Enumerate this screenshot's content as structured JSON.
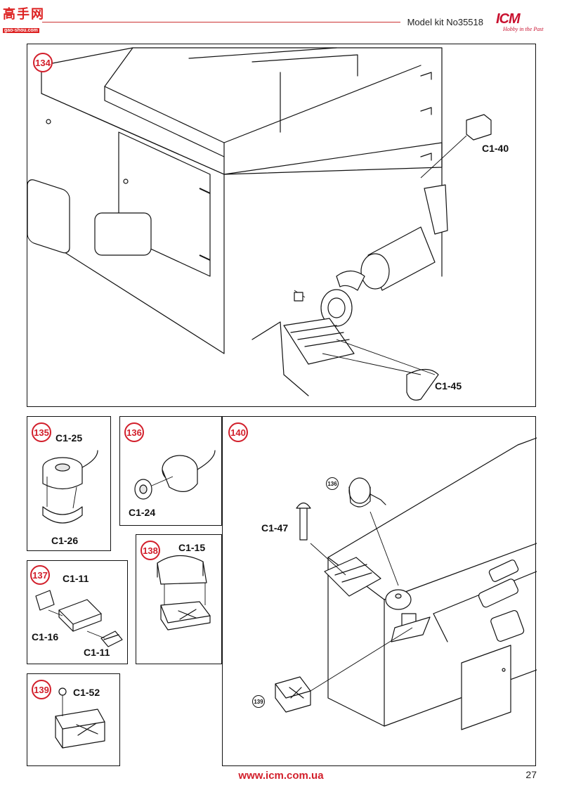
{
  "header": {
    "watermark": {
      "main": "高手网",
      "url": "gao-shou.com"
    },
    "title": "Model kit No35518",
    "brand": {
      "name": "ICM",
      "tagline": "Hobby in the Past",
      "color": "#c8102e"
    }
  },
  "accent_color": "#d21f2b",
  "steps": [
    {
      "number": "134",
      "parts": [
        "C1-40",
        "C1-45"
      ]
    },
    {
      "number": "135",
      "parts": [
        "C1-25",
        "C1-26"
      ]
    },
    {
      "number": "136",
      "parts": [
        "C1-24"
      ]
    },
    {
      "number": "137",
      "parts": [
        "C1-11",
        "C1-16",
        "C1-11"
      ]
    },
    {
      "number": "138",
      "parts": [
        "C1-15"
      ]
    },
    {
      "number": "139",
      "parts": [
        "C1-52"
      ]
    },
    {
      "number": "140",
      "parts": [
        "C1-47"
      ],
      "references": [
        "136",
        "139"
      ]
    }
  ],
  "footer": {
    "url": "www.icm.com.ua",
    "page_number": "27"
  }
}
